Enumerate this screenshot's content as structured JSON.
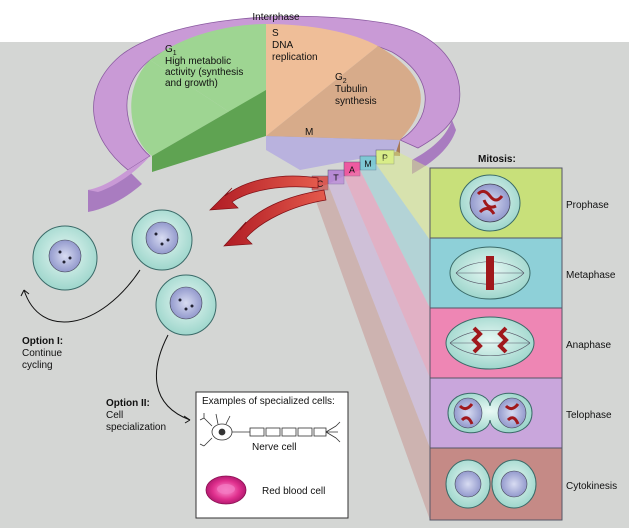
{
  "interphase": {
    "title": "Interphase",
    "g1": {
      "symbol": "G",
      "sub": "1",
      "line1": "High metabolic",
      "line2": "activity (synthesis",
      "line3": "and growth)"
    },
    "s": {
      "symbol": "S",
      "line1": "DNA",
      "line2": "replication"
    },
    "g2": {
      "symbol": "G",
      "sub": "2",
      "line1": "Tubulin",
      "line2": "synthesis"
    },
    "m": {
      "symbol": "M"
    }
  },
  "phase_tabs": [
    "P",
    "M",
    "A",
    "T",
    "C"
  ],
  "mitosis": {
    "title": "Mitosis:",
    "stages": [
      {
        "label": "Prophase",
        "color": "#c8e07a"
      },
      {
        "label": "Metaphase",
        "color": "#8ed0d8"
      },
      {
        "label": "Anaphase",
        "color": "#ee86b4"
      },
      {
        "label": "Telophase",
        "color": "#c9a6dc"
      },
      {
        "label": "Cytokinesis",
        "color": "#c58a86"
      }
    ]
  },
  "options": {
    "option1": {
      "title": "Option I:",
      "line1": "Continue",
      "line2": "cycling"
    },
    "option2": {
      "title": "Option II:",
      "line1": "Cell",
      "line2": "specialization"
    }
  },
  "specialized": {
    "title": "Examples of specialized cells:",
    "nerve": "Nerve cell",
    "rbc": "Red blood cell"
  },
  "colors": {
    "background": "#d4d6d4",
    "g1": "#9ed592",
    "s": "#efbe98",
    "g2": "#d7ab8a",
    "m": "#b9b2de",
    "ring": "#c99ad6",
    "arrow": "#d03a3a",
    "cell": "#c7ece6"
  }
}
